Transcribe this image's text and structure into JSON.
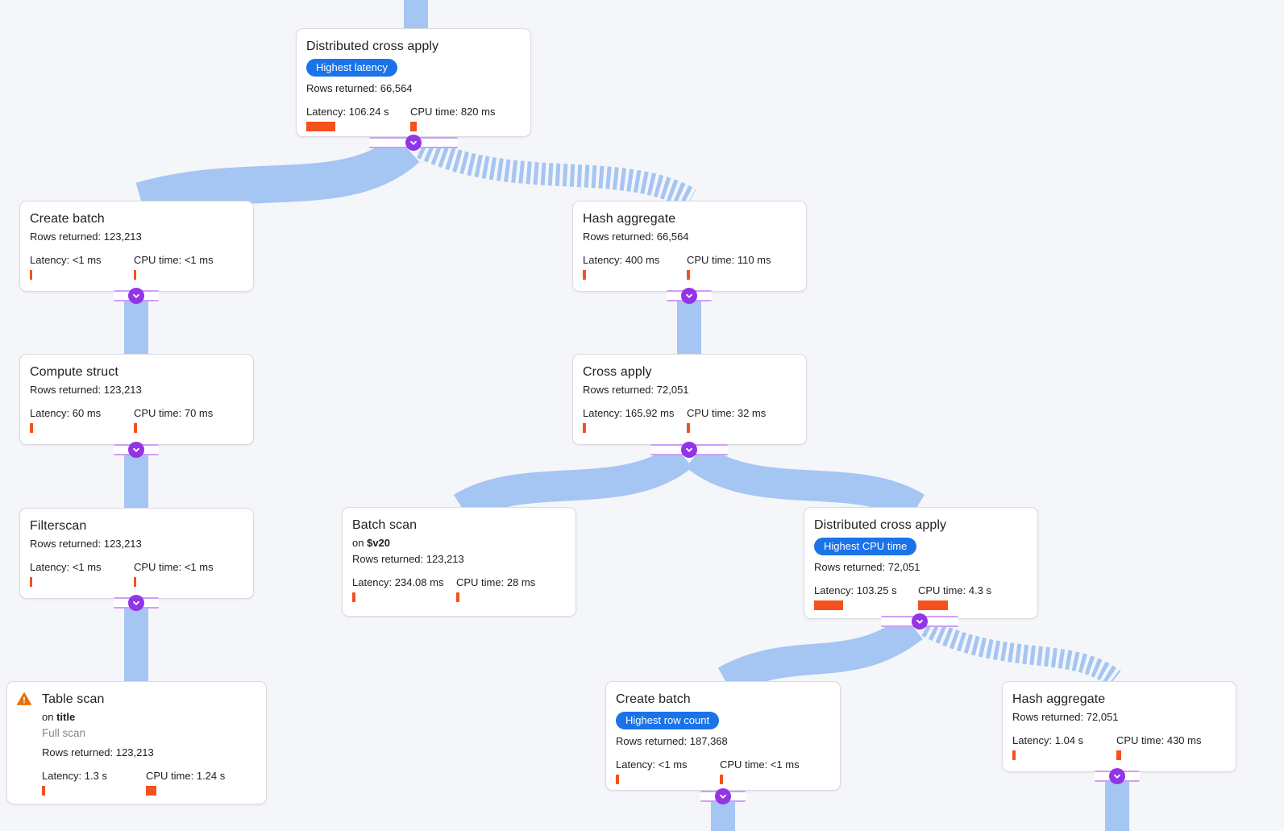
{
  "colors": {
    "background": "#f5f6fa",
    "edge_blue": "#a5c5f3",
    "connector_purple": "#9334e6",
    "connector_stripe": "#cf9ef7",
    "badge_blue": "#1a73e8",
    "metric_bar_orange": "#f4511e",
    "warning_orange": "#e8710a",
    "card_border": "#dadce0"
  },
  "icons": {
    "connector": "chevron-down-icon",
    "warning": "warning-triangle-icon"
  },
  "nodes": [
    {
      "title": "Distributed cross apply",
      "badge": "Highest latency",
      "rows": "Rows returned: 66,564",
      "latency": "Latency: 106.24 s",
      "cpu": "CPU time: 820 ms",
      "latency_bar": 36,
      "cpu_bar": 8
    },
    {
      "title": "Create batch",
      "rows": "Rows returned: 123,213",
      "latency": "Latency: <1 ms",
      "cpu": "CPU time: <1 ms",
      "latency_bar": 3,
      "cpu_bar": 3
    },
    {
      "title": "Hash aggregate",
      "rows": "Rows returned: 66,564",
      "latency": "Latency: 400 ms",
      "cpu": "CPU time: 110 ms",
      "latency_bar": 4,
      "cpu_bar": 4
    },
    {
      "title": "Compute struct",
      "rows": "Rows returned: 123,213",
      "latency": "Latency: 60 ms",
      "cpu": "CPU time: 70 ms",
      "latency_bar": 4,
      "cpu_bar": 4
    },
    {
      "title": "Cross apply",
      "rows": "Rows returned: 72,051",
      "latency": "Latency: 165.92 ms",
      "cpu": "CPU time: 32 ms",
      "latency_bar": 4,
      "cpu_bar": 4
    },
    {
      "title": "Filterscan",
      "rows": "Rows returned: 123,213",
      "latency": "Latency: <1 ms",
      "cpu": "CPU time: <1 ms",
      "latency_bar": 3,
      "cpu_bar": 3
    },
    {
      "title": "Batch scan",
      "on_prefix": "on",
      "on_value": "$v20",
      "rows": "Rows returned: 123,213",
      "latency": "Latency: 234.08 ms",
      "cpu": "CPU time: 28 ms",
      "latency_bar": 4,
      "cpu_bar": 4
    },
    {
      "title": "Distributed cross apply",
      "badge": "Highest CPU time",
      "rows": "Rows returned: 72,051",
      "latency": "Latency: 103.25 s",
      "cpu": "CPU time: 4.3 s",
      "latency_bar": 36,
      "cpu_bar": 37
    },
    {
      "title": "Table scan",
      "on_prefix": "on",
      "on_value": "title",
      "note": "Full scan",
      "rows": "Rows returned: 123,213",
      "latency": "Latency: 1.3 s",
      "cpu": "CPU time: 1.24 s",
      "latency_bar": 4,
      "cpu_bar": 13
    },
    {
      "title": "Create batch",
      "badge": "Highest row count",
      "rows": "Rows returned: 187,368",
      "latency": "Latency: <1 ms",
      "cpu": "CPU time: <1 ms",
      "latency_bar": 4,
      "cpu_bar": 4
    },
    {
      "title": "Hash aggregate",
      "rows": "Rows returned: 72,051",
      "latency": "Latency: 1.04 s",
      "cpu": "CPU time: 430 ms",
      "latency_bar": 4,
      "cpu_bar": 6
    }
  ]
}
